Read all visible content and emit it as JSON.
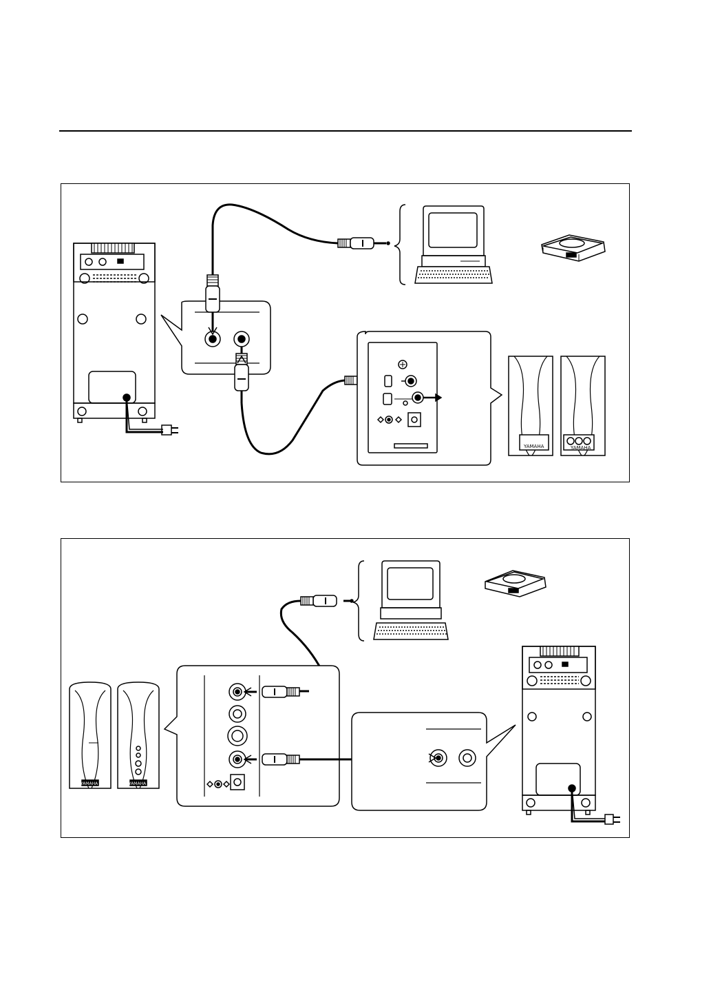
{
  "colors": {
    "line": "#000000",
    "background": "#ffffff",
    "fill_dark": "#1a1a1a",
    "fill_mid": "#9a9a9a"
  },
  "icons": [
    "subwoofer-rear-icon",
    "computer-icon",
    "portable-cd-player-icon",
    "stereo-mini-plug-cable-icon",
    "input-jack-icon",
    "power-plug-icon",
    "speaker-pair-icon",
    "callout-bubble-icon",
    "arrow-icon"
  ],
  "diagram": {
    "top_panel": {
      "brand_marks": [
        "YAMAHA",
        "YAMAHA"
      ]
    },
    "bottom_panel": {
      "brand_marks": [
        "YAMAHA",
        "YAMAHA"
      ]
    }
  }
}
